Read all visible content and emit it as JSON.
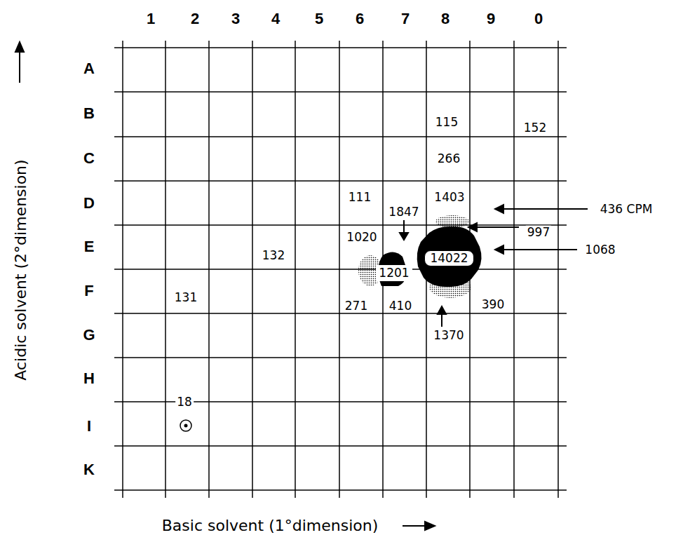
{
  "diagram": {
    "nodes": [
      {
        "text": [
          "14022"
        ]
      },
      {
        "text": [
          "1201"
        ]
      }
    ],
    "labels": [
      "Acidic solvent (2°dimension)",
      "Basic solvent (1°dimension)",
      "1",
      "2",
      "3",
      "4",
      "5",
      "6",
      "7",
      "8",
      "9",
      "0",
      "A",
      "B",
      "C",
      "D",
      "E",
      "F",
      "G",
      "H",
      "I",
      "K",
      "115",
      "152",
      "266",
      "111",
      "1403",
      "1847",
      "436 CPM",
      "1020",
      "997",
      "132",
      "1068",
      "131",
      "271",
      "410",
      "390",
      "1370",
      "18"
    ]
  }
}
